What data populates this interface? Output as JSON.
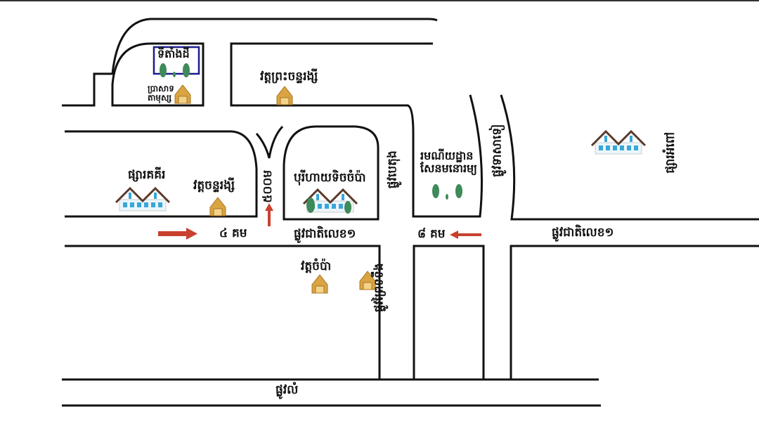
{
  "map": {
    "land_location": "ទីតាំងដី",
    "places": {
      "temple_ta_mus": "ប្រាសាទ\nតាមុស្ស",
      "wat_preah_chan_rangsey": "វត្តព្រះចន្ទរង្សី",
      "market_left": "ផ្សារគគីរ",
      "wat_chan_rangsey": "វត្តចន្ទរង្សី",
      "borey": "បុរីហាយទិចចំប៉ា",
      "resort": "រមណីយដ្ឋាន\nសែនមនោរម្យ",
      "market_right": "ផ្សារអំពៅ",
      "wat_champa": "វត្តចំប៉ា"
    },
    "roads": {
      "distance_500m": "៥០០ម",
      "concrete_road": "ផ្លូវបេតុង",
      "road_right_curve": "ផ្លូវទាសាទៀ",
      "national_road_1_left": "ផ្លូវជាតិលេខ១",
      "national_road_1_right": "ផ្លូវជាតិលេខ១",
      "distance_4km": "៤ គម",
      "distance_8km": "៨ គម",
      "road_south": "ផ្លូវព្រៃទទឹង",
      "dirt_road": "ផ្លូវលំ"
    },
    "colors": {
      "road_line": "#111111",
      "arrow": "#c8412f",
      "location_box": "#1c1c8c",
      "temple": "#d9a441",
      "house_roof": "#5a3a2a",
      "house_wall": "#3aa6d8",
      "tree": "#3f8a5a"
    }
  }
}
